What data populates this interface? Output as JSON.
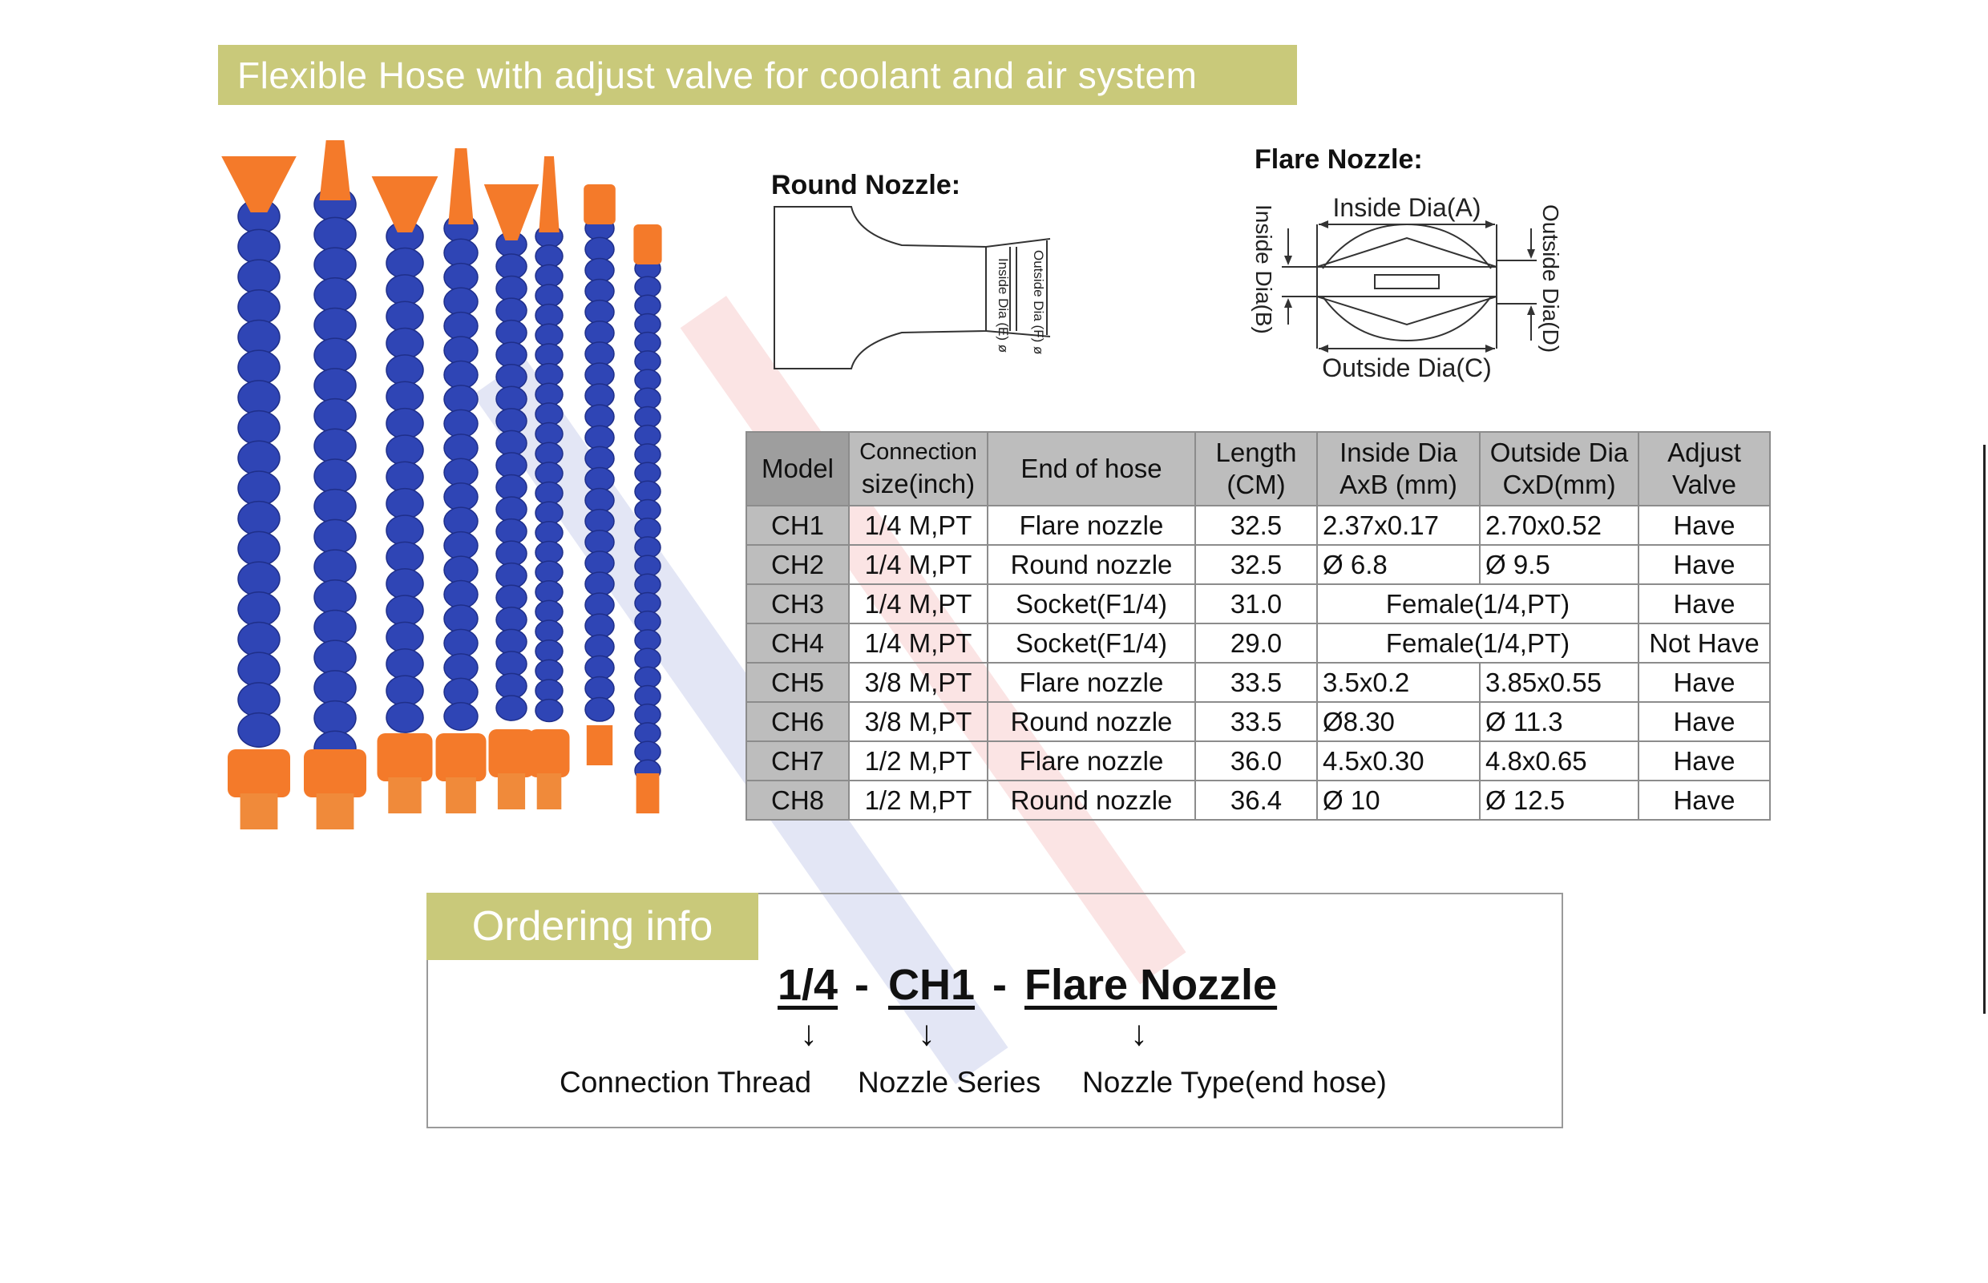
{
  "title": "Flexible Hose with adjust valve for coolant and air system",
  "round_nozzle": {
    "label": "Round Nozzle:",
    "inside_label": "Inside Dia (E) ø",
    "outside_label": "Outside Dia (F) ø"
  },
  "flare_nozzle": {
    "label": "Flare Nozzle:",
    "inside_a": "Inside Dia(A)",
    "outside_c": "Outside Dia(C)",
    "inside_b": "Inside Dia(B)",
    "outside_d": "Outside Dia(D)"
  },
  "table": {
    "headers": {
      "model": "Model",
      "conn1": "Connection",
      "conn2": "size(inch)",
      "end": "End of hose",
      "len1": "Length",
      "len2": "(CM)",
      "in1": "Inside Dia",
      "in2": "AxB (mm)",
      "out1": "Outside Dia",
      "out2": "CxD(mm)",
      "adj1": "Adjust",
      "adj2": "Valve"
    },
    "rows": [
      {
        "model": "CH1",
        "conn": "1/4 M,PT",
        "end": "Flare nozzle",
        "len": "32.5",
        "inside": "2.37x0.17",
        "outside": "2.70x0.52",
        "valve": "Have"
      },
      {
        "model": "CH2",
        "conn": "1/4 M,PT",
        "end": "Round nozzle",
        "len": "32.5",
        "inside": "Ø 6.8",
        "outside": "Ø 9.5",
        "valve": "Have"
      },
      {
        "model": "CH3",
        "conn": "1/4 M,PT",
        "end": "Socket(F1/4)",
        "len": "31.0",
        "merged": "Female(1/4,PT)",
        "valve": "Have"
      },
      {
        "model": "CH4",
        "conn": "1/4 M,PT",
        "end": "Socket(F1/4)",
        "len": "29.0",
        "merged": "Female(1/4,PT)",
        "valve": "Not Have"
      },
      {
        "model": "CH5",
        "conn": "3/8 M,PT",
        "end": "Flare nozzle",
        "len": "33.5",
        "inside": "3.5x0.2",
        "outside": "3.85x0.55",
        "valve": "Have"
      },
      {
        "model": "CH6",
        "conn": "3/8 M,PT",
        "end": "Round nozzle",
        "len": "33.5",
        "inside": "Ø8.30",
        "outside": "Ø 11.3",
        "valve": "Have"
      },
      {
        "model": "CH7",
        "conn": "1/2 M,PT",
        "end": "Flare nozzle",
        "len": "36.0",
        "inside": "4.5x0.30",
        "outside": "4.8x0.65",
        "valve": "Have"
      },
      {
        "model": "CH8",
        "conn": "1/2 M,PT",
        "end": "Round nozzle",
        "len": "36.4",
        "inside": "Ø 10",
        "outside": "Ø 12.5",
        "valve": "Have"
      }
    ]
  },
  "ordering": {
    "title": "Ordering info",
    "code_thread": "1/4",
    "code_series": "CH1",
    "code_type": "Flare Nozzle",
    "sep": "-",
    "desc_thread": "Connection Thread",
    "desc_series": "Nozzle Series",
    "desc_type": "Nozzle Type(end hose)",
    "arrow": "↓"
  },
  "colors": {
    "title_bar": "#c9c97a",
    "hose_blue": "#2f45b5",
    "nozzle_orange": "#f47a2a"
  }
}
